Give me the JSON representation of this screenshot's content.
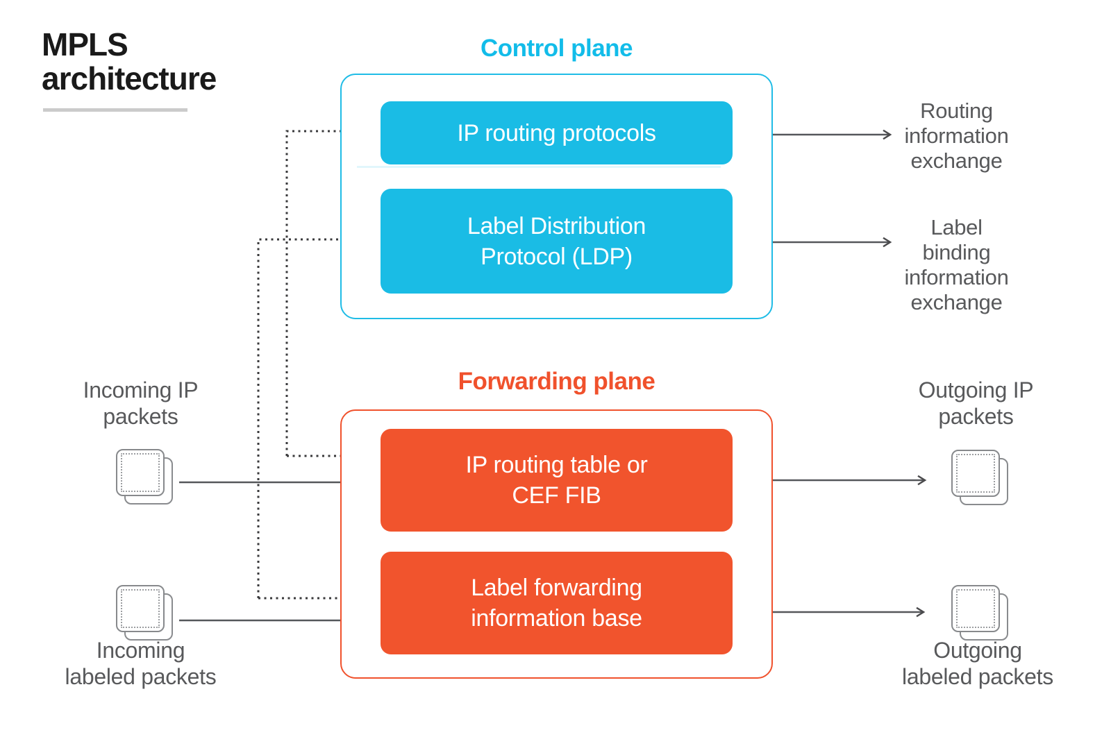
{
  "title": {
    "text": "MPLS\narchitecture"
  },
  "control_plane": {
    "heading": "Control plane",
    "boxes": [
      {
        "label": "IP routing protocols"
      },
      {
        "label": "Label Distribution\nProtocol (LDP)"
      }
    ]
  },
  "forwarding_plane": {
    "heading": "Forwarding plane",
    "boxes": [
      {
        "label": "IP routing table or\nCEF FIB"
      },
      {
        "label": "Label forwarding\ninformation base"
      }
    ]
  },
  "left": {
    "incoming_ip": "Incoming IP\npackets",
    "incoming_labeled": "Incoming\nlabeled packets"
  },
  "right": {
    "routing_exchange": "Routing\ninformation\nexchange",
    "label_binding_exchange": "Label\nbinding\ninformation\nexchange",
    "outgoing_ip": "Outgoing IP\npackets",
    "outgoing_labeled": "Outgoing\nlabeled packets"
  },
  "icons": {
    "packet_icon": "packet-stack-icon"
  },
  "colors": {
    "cyan": "#1abce5",
    "cyan_heading": "#12bce9",
    "orange": "#f1542d",
    "orange_heading": "#f0512c",
    "side_text_gray": "#58595b",
    "arrow_gray": "#55575a",
    "dotted_gray": "#39393b",
    "icon_gray": "#87898c",
    "title_black": "#1a1a1a",
    "rule_gray": "#cbcbcb"
  }
}
